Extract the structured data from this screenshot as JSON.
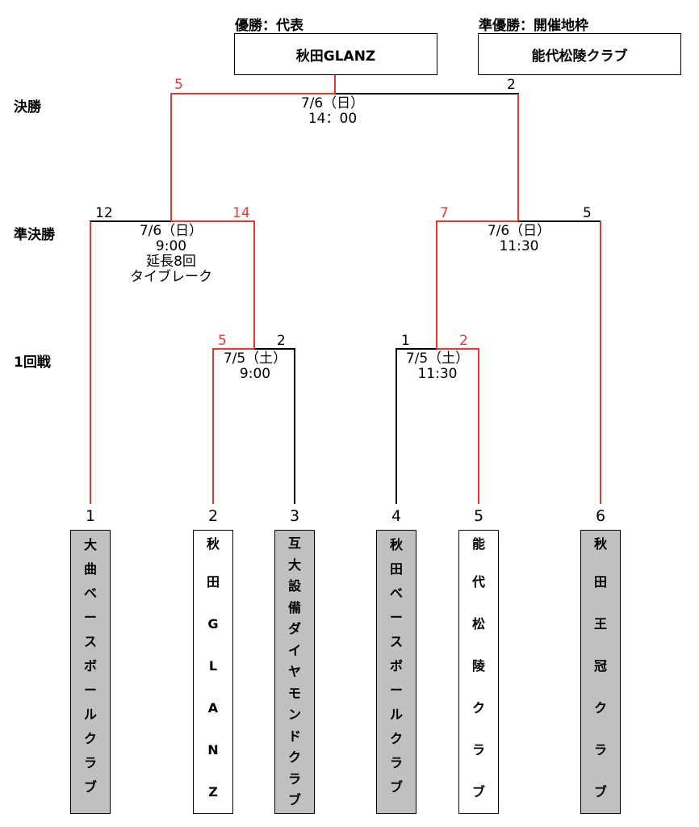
{
  "rounds": {
    "final": "決勝",
    "semifinal": "準決勝",
    "first": "1回戦"
  },
  "champion": {
    "title": "優勝：代表",
    "team": "秋田GLANZ"
  },
  "runner_up": {
    "title": "準優勝：開催地枠",
    "team": "能代松陵クラブ"
  },
  "matches": {
    "final": {
      "date": "7/6（日）",
      "time": "14：00",
      "left_score": "5",
      "right_score": "2"
    },
    "semi_left": {
      "date": "7/6（日）",
      "time": "9:00",
      "note1": "延長8回",
      "note2": "タイブレーク",
      "left_score": "12",
      "right_score": "14"
    },
    "semi_right": {
      "date": "7/6（日）",
      "time": "11:30",
      "left_score": "7",
      "right_score": "5"
    },
    "r1_left": {
      "date": "7/5（土）",
      "time": "9:00",
      "left_score": "5",
      "right_score": "2"
    },
    "r1_right": {
      "date": "7/5（土）",
      "time": "11:30",
      "left_score": "1",
      "right_score": "2"
    }
  },
  "teams": [
    {
      "seed": "1",
      "name": [
        "大",
        "曲",
        "ベ",
        "ー",
        "ス",
        "ボ",
        "ー",
        "ル",
        "ク",
        "ラ",
        "ブ"
      ],
      "shaded": true
    },
    {
      "seed": "2",
      "name": [
        "秋",
        "田",
        "G",
        "L",
        "A",
        "N",
        "Z"
      ],
      "shaded": false
    },
    {
      "seed": "3",
      "name": [
        "互",
        "大",
        "設",
        "備",
        "ダ",
        "イ",
        "ヤ",
        "モ",
        "ン",
        "ド",
        "ク",
        "ラ",
        "ブ"
      ],
      "shaded": true
    },
    {
      "seed": "4",
      "name": [
        "秋",
        "田",
        "ベ",
        "ー",
        "ス",
        "ボ",
        "ー",
        "ル",
        "ク",
        "ラ",
        "ブ"
      ],
      "shaded": true
    },
    {
      "seed": "5",
      "name": [
        "能",
        "代",
        "松",
        "陵",
        "ク",
        "ラ",
        "ブ"
      ],
      "shaded": false
    },
    {
      "seed": "6",
      "name": [
        "秋",
        "田",
        "王",
        "冠",
        "ク",
        "ラ",
        "ブ"
      ],
      "shaded": true
    }
  ],
  "colors": {
    "winner_line": "#e53935",
    "loser_line": "#000000",
    "shade": "#c0c0c0"
  }
}
